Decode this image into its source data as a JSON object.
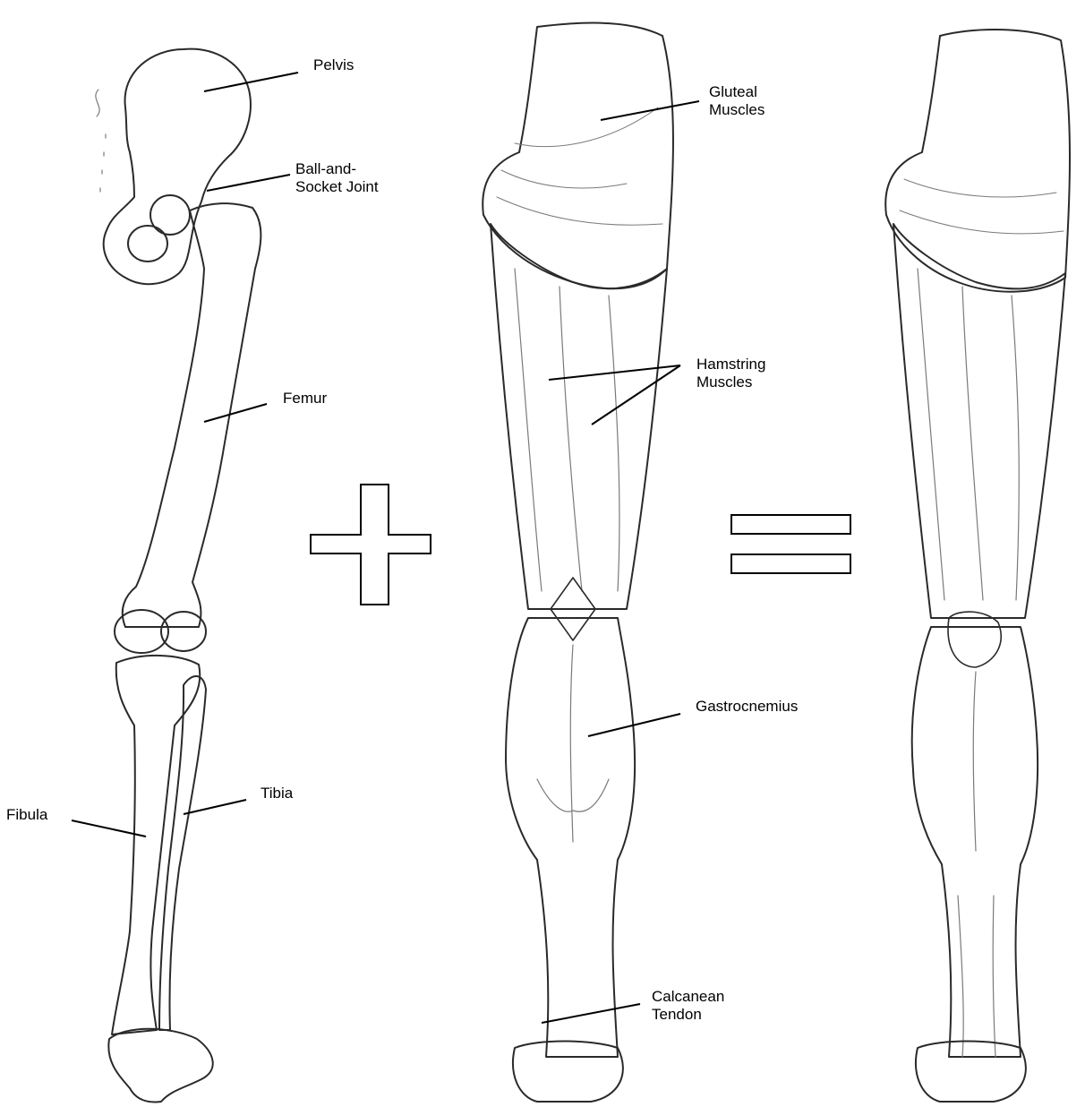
{
  "labels": {
    "pelvis": "Pelvis",
    "ball_socket_line1": "Ball-and-",
    "ball_socket_line2": "Socket Joint",
    "femur": "Femur",
    "tibia": "Tibia",
    "fibula": "Fibula",
    "gluteal_line1": "Gluteal",
    "gluteal_line2": "Muscles",
    "hamstring_line1": "Hamstring",
    "hamstring_line2": "Muscles",
    "gastrocnemius": "Gastrocnemius",
    "calcanean_line1": "Calcanean",
    "calcanean_line2": "Tendon"
  },
  "operators": {
    "plus": "plus-sign",
    "equals": "equals-sign"
  },
  "colors": {
    "ink": "#2a2a2a",
    "shade": "#d9d9d9",
    "paper": "#ffffff"
  }
}
